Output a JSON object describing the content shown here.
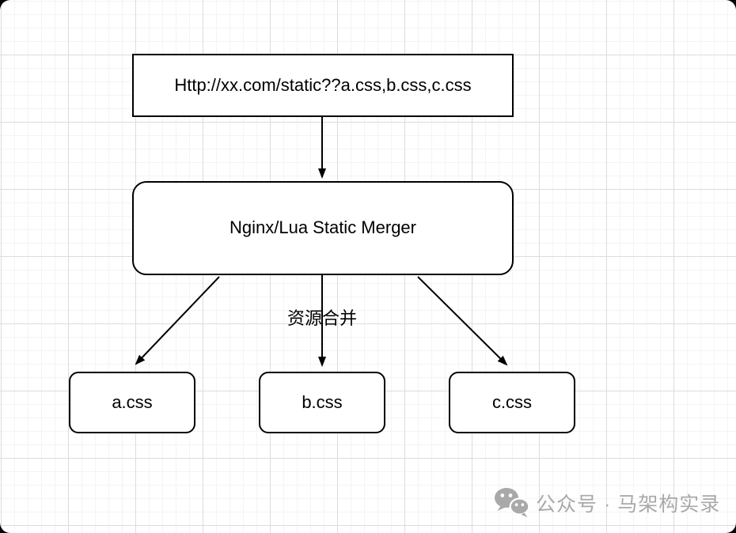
{
  "canvas": {
    "background": "#ffffff",
    "corner_background": "#000000",
    "grid_minor_color": "#f4f4f4",
    "grid_major_color": "#dcdcdc"
  },
  "diagram": {
    "stroke_color": "#000000",
    "nodes": [
      {
        "id": "url-box",
        "label": "Http://xx.com/static??a.css,b.css,c.css"
      },
      {
        "id": "merger-box",
        "label": "Nginx/Lua Static Merger"
      },
      {
        "id": "a-css-box",
        "label": "a.css"
      },
      {
        "id": "b-css-box",
        "label": "b.css"
      },
      {
        "id": "c-css-box",
        "label": "c.css"
      }
    ],
    "edge_label": "资源合并",
    "edges": [
      {
        "from": "url-box",
        "to": "merger-box"
      },
      {
        "from": "merger-box",
        "to": "a-css-box"
      },
      {
        "from": "merger-box",
        "to": "b-css-box",
        "label": "资源合并"
      },
      {
        "from": "merger-box",
        "to": "c-css-box"
      }
    ]
  },
  "watermark": {
    "icon": "wechat-icon",
    "label": "公众号 · 马架构实录",
    "color": "#a9a9a9"
  }
}
